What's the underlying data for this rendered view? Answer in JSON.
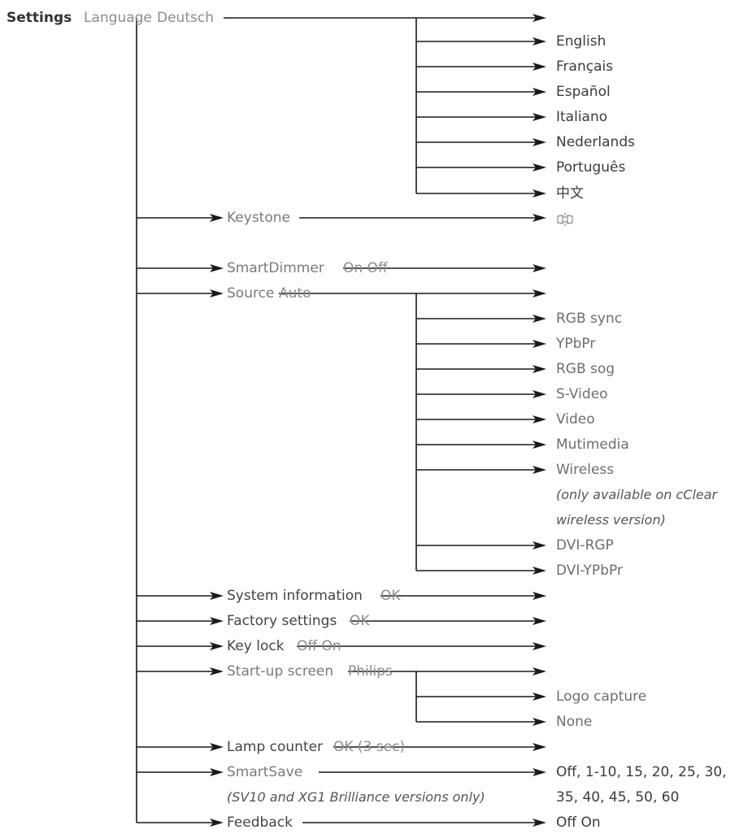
{
  "title": "Settings",
  "items": [
    {
      "label": "Language",
      "value": "Deutsch"
    },
    {
      "label": "Keystone",
      "value": ""
    },
    {
      "label": "SmartDimmer",
      "value": "On Off"
    },
    {
      "label": "Source",
      "value": "Auto"
    },
    {
      "label": "System information",
      "value": "OK"
    },
    {
      "label": "Factory settings",
      "value": "OK"
    },
    {
      "label": "Key lock",
      "value": "Off On"
    },
    {
      "label": "Start-up screen",
      "value": "Philips"
    },
    {
      "label": "Lamp counter",
      "value": "OK (3 sec)"
    },
    {
      "label": "SmartSave",
      "value": ""
    },
    {
      "label": "Feedback",
      "value": ""
    }
  ],
  "language_options": [
    "English",
    "Français",
    "Español",
    "Italiano",
    "Nederlands",
    "Português",
    "中文"
  ],
  "source_options": [
    "RGB sync",
    "YPbPr",
    "RGB sog",
    "S-Video",
    "Video",
    "Mutimedia",
    "Wireless",
    "DVI-RGP",
    "DVI-YPbPr"
  ],
  "source_note": [
    "(only available on cClear",
    "wireless version)"
  ],
  "startup_options": [
    "Logo capture",
    "None"
  ],
  "smartsave_note": "(SV10 and XG1 Brilliance versions only)",
  "smartsave_values": [
    "Off, 1-10, 15, 20, 25, 30,",
    "35, 40, 45, 50, 60"
  ],
  "feedback_values": "Off On",
  "icons": {
    "keystone": "keystone-icon"
  }
}
